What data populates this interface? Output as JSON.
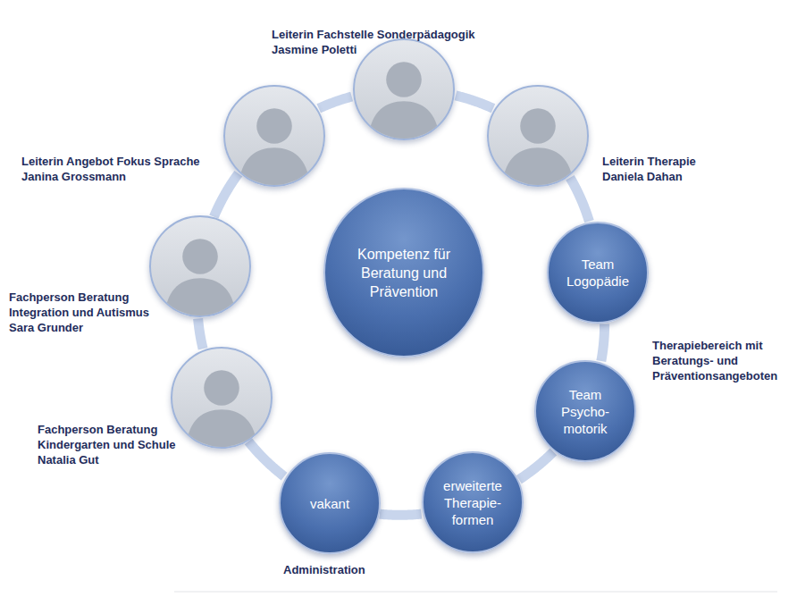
{
  "diagram": {
    "nodes": [
      {
        "text": [
          "Kompetenz für Beratung und Prävention"
        ]
      },
      {
        "text": [
          "Leiterin Fachstelle Sonderpädagogik Jasmine Poletti"
        ]
      },
      {
        "text": [
          "Leiterin Therapie Daniela Dahan"
        ]
      },
      {
        "text": [
          "Team Logopädie"
        ]
      },
      {
        "text": [
          "Team Psycho- motorik"
        ]
      },
      {
        "text": [
          "erweiterte Therapie- formen"
        ]
      },
      {
        "text": [
          "vakant",
          "Administration"
        ]
      },
      {
        "text": [
          "Fachperson Beratung Kindergarten und Schule Natalia Gut"
        ]
      },
      {
        "text": [
          "Fachperson Beratung Integration und Autismus Sara Grunder"
        ]
      },
      {
        "text": [
          "Leiterin Angebot Fokus Sprache Janina Grossmann"
        ]
      }
    ],
    "edges": [
      {
        "from": 1,
        "to": 2,
        "arrow": "none"
      },
      {
        "from": 2,
        "to": 3,
        "arrow": "none"
      },
      {
        "from": 3,
        "to": 4,
        "arrow": "none"
      },
      {
        "from": 4,
        "to": 5,
        "arrow": "none"
      },
      {
        "from": 5,
        "to": 6,
        "arrow": "none"
      },
      {
        "from": 6,
        "to": 7,
        "arrow": "none"
      },
      {
        "from": 7,
        "to": 8,
        "arrow": "none"
      },
      {
        "from": 8,
        "to": 9,
        "arrow": "none"
      },
      {
        "from": 9,
        "to": 1,
        "arrow": "none"
      }
    ],
    "labels": [
      "Therapiebereich mit Beratungs- und Präventionsangeboten"
    ]
  }
}
